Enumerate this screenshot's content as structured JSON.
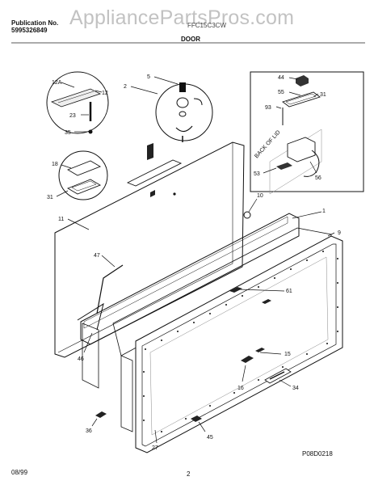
{
  "header": {
    "publication_label": "Publication No.",
    "publication_number": "5995326849",
    "watermark": "AppliancePartsPros.com",
    "model_partial": "FFC15C3CW",
    "section_title": "DOOR"
  },
  "footer": {
    "date": "08/99",
    "page": "2",
    "drawing_code": "P08D0218"
  },
  "inset_label": "BACK OF LID",
  "callouts": [
    "12A",
    "12",
    "23",
    "35",
    "2",
    "5",
    "18",
    "31",
    "11",
    "10",
    "1",
    "9",
    "47",
    "61",
    "46",
    "15",
    "16",
    "34",
    "36",
    "27",
    "45",
    "44",
    "55",
    "31",
    "93",
    "53",
    "56"
  ]
}
